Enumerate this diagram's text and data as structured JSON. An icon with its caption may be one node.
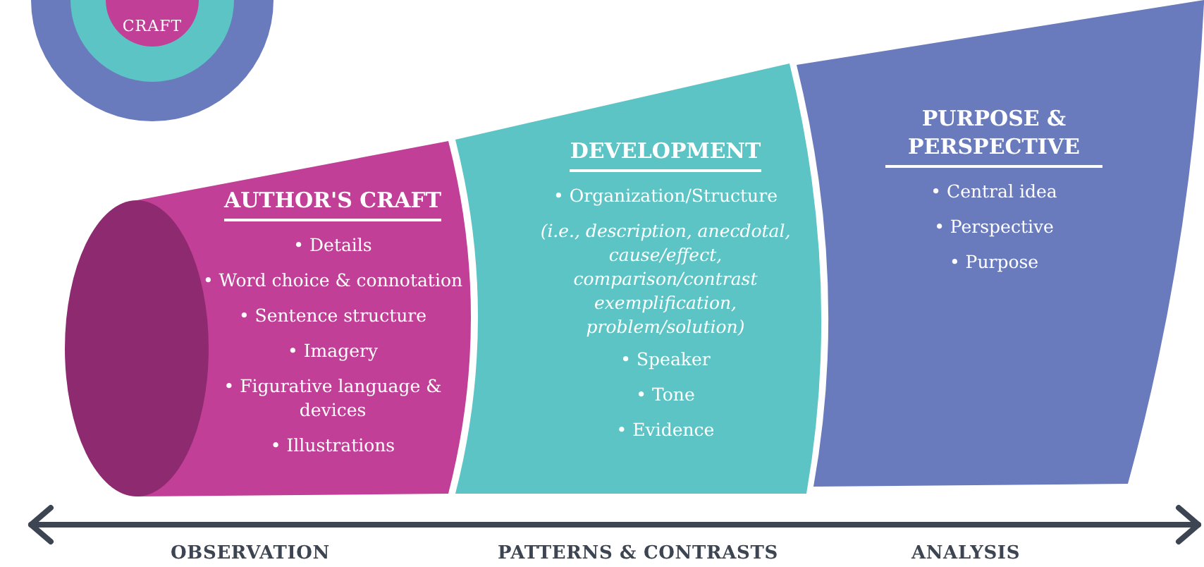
{
  "diagram": {
    "nodes": [
      {
        "text": [],
        "shape": "circle"
      },
      {
        "text": [],
        "shape": "circle",
        "in": 0
      },
      {
        "text": [
          "CRAFT"
        ],
        "in": 1
      },
      {
        "text": [
          "AUTHOR'S CRAFT",
          "• Details",
          "• Word choice & connotation",
          "• Sentence structure",
          "• Imagery",
          "• Figurative language & devices",
          "• Illustrations"
        ]
      },
      {
        "text": [
          "DEVELOPMENT",
          "• Organization/Structure",
          "(i.e., description, anecdotal, cause/effect, comparison/contrast exemplification, problem/solution)",
          "• Speaker",
          "• Tone",
          "• Evidence"
        ]
      },
      {
        "text": [
          "PURPOSE & PERSPECTIVE",
          "• Central idea",
          "• Perspective",
          "• Purpose"
        ]
      }
    ],
    "labels": [
      "OBSERVATION",
      "PATTERNS & CONTRASTS",
      "ANALYSIS"
    ]
  }
}
